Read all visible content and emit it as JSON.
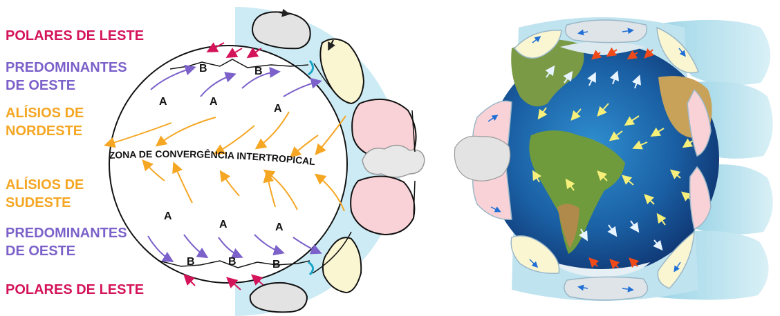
{
  "labels": {
    "polar_top": "POLARES DE LESTE",
    "westerly_top_1": "PREDOMINANTES",
    "westerly_top_2": "DE OESTE",
    "ne_trade_1": "ALÍSIOS DE",
    "ne_trade_2": "NORDESTE",
    "se_trade_1": "ALÍSIOS DE",
    "se_trade_2": "SUDESTE",
    "westerly_bot_1": "PREDOMINANTES",
    "westerly_bot_2": "DE OESTE",
    "polar_bot": "POLARES DE LESTE"
  },
  "itcz": "ZONA DE CONVERGÊNCIA INTERTROPICAL",
  "pressure": {
    "high": "A",
    "low": "B"
  },
  "colors": {
    "polar": "#d4145a",
    "westerly": "#7b61c9",
    "trade": "#f5a623",
    "sky": "#cdebf4",
    "polar_cell": "#e3e3e3",
    "ferrel_cell": "#fbf6d2",
    "hadley_cell": "#f8d2d6"
  }
}
